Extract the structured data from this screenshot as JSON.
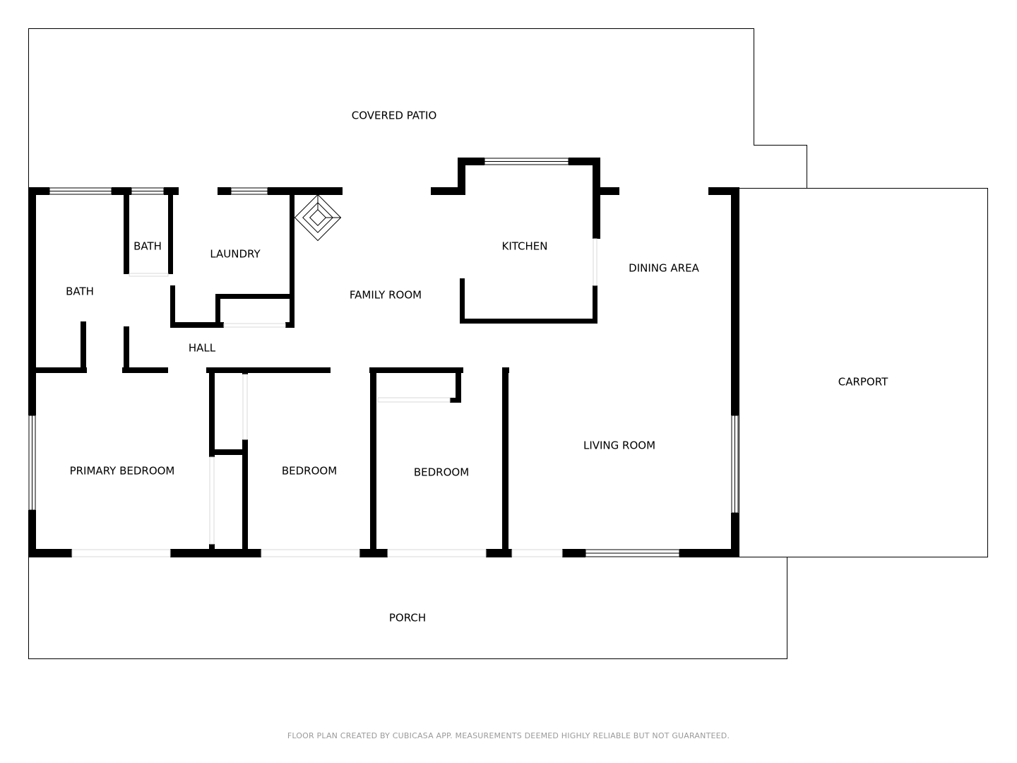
{
  "rooms": {
    "covered_patio": "COVERED PATIO",
    "bath_1": "BATH",
    "bath_2": "BATH",
    "laundry": "LAUNDRY",
    "kitchen": "KITCHEN",
    "dining_area": "DINING AREA",
    "family_room": "FAMILY ROOM",
    "hall": "HALL",
    "carport": "CARPORT",
    "living_room": "LIVING ROOM",
    "primary_bedroom": "PRIMARY BEDROOM",
    "bedroom_1": "BEDROOM",
    "bedroom_2": "BEDROOM",
    "porch": "PORCH"
  },
  "footer": "FLOOR PLAN CREATED BY CUBICASA APP. MEASUREMENTS DEEMED HIGHLY RELIABLE BUT NOT GUARANTEED.",
  "colors": {
    "wall": "#000000",
    "background": "#ffffff",
    "footer_text": "#9a9a9a"
  }
}
